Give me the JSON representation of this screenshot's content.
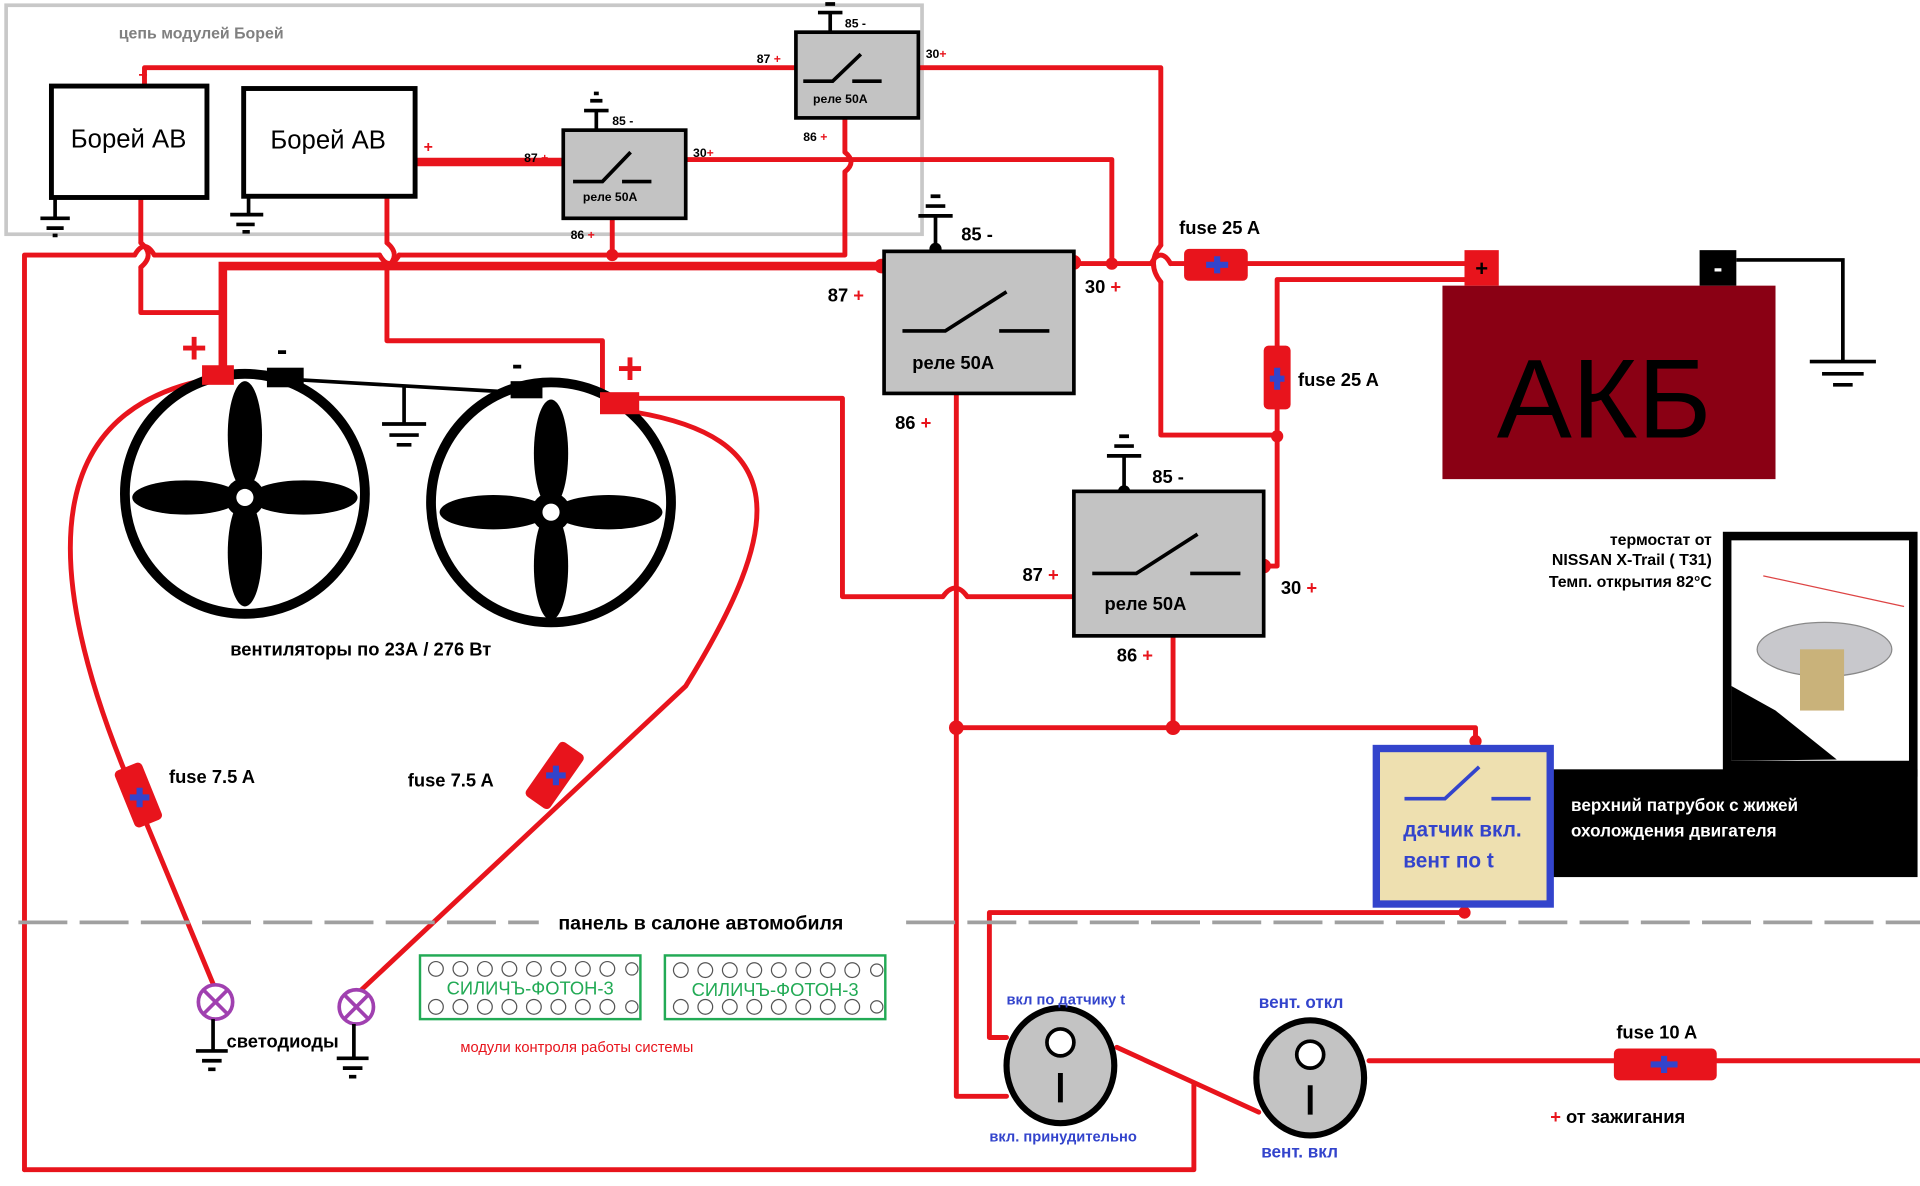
{
  "borey_group": {
    "title": "цепь модулей Борей",
    "module_1": "Борей АВ",
    "module_2": "Борей АВ"
  },
  "small_relays": [
    {
      "label": "реле 50A",
      "pin85": "85 -",
      "pin87": "87",
      "pin30": "30",
      "pin86": "86"
    },
    {
      "label": "реле 50A",
      "pin85": "85 -",
      "pin87": "87",
      "pin30": "30",
      "pin86": "86"
    }
  ],
  "relays": [
    {
      "label": "реле 50A",
      "pin85": "85 -",
      "pin87": "87",
      "pin30": "30",
      "pin86": "86"
    },
    {
      "label": "реле 50A",
      "pin85": "85 -",
      "pin87": "87",
      "pin30": "30",
      "pin86": "86"
    }
  ],
  "plus_sign": "+",
  "minus_sign": "-",
  "fuses": {
    "main": "fuse 25 A",
    "secondary": "fuse 25 A",
    "led_left": "fuse 7.5 A",
    "led_right": "fuse 7.5 A",
    "ignition": "fuse 10 A"
  },
  "battery": {
    "label": "АКБ",
    "positive": "+",
    "negative": "-",
    "color": "#8a0014"
  },
  "fans": {
    "caption": "вентиляторы по 23А / 276 Вт"
  },
  "thermostat": {
    "line1": "термостат от",
    "line2": "NISSAN X-Trail  ( T31)",
    "line3": "Темп. открытия 82°C",
    "pipe_line1": "верхний патрубок с жижей",
    "pipe_line2": "охолождения двигателя"
  },
  "sensor": {
    "line1": "датчик вкл.",
    "line2": "вент по t"
  },
  "cabin": {
    "panel_label": "панель в салоне автомобиля",
    "leds_label": "светодиоды",
    "module_name": "СИЛИЧЪ-ФОТОН-3",
    "modules_caption": "модули контроля работы системы"
  },
  "switches": {
    "sensor_on": "вкл по датчику t",
    "forced_on": "вкл. принудительно",
    "fan_off": "вент. откл",
    "fan_on": "вент. вкл"
  },
  "ignition": {
    "label": "от зажигания"
  },
  "colors": {
    "wire": "#e8141c",
    "sensor_border": "#3344cc",
    "sensor_fill": "#eee0b0",
    "module_green": "#22aa55",
    "led_purple": "#a040b0"
  }
}
